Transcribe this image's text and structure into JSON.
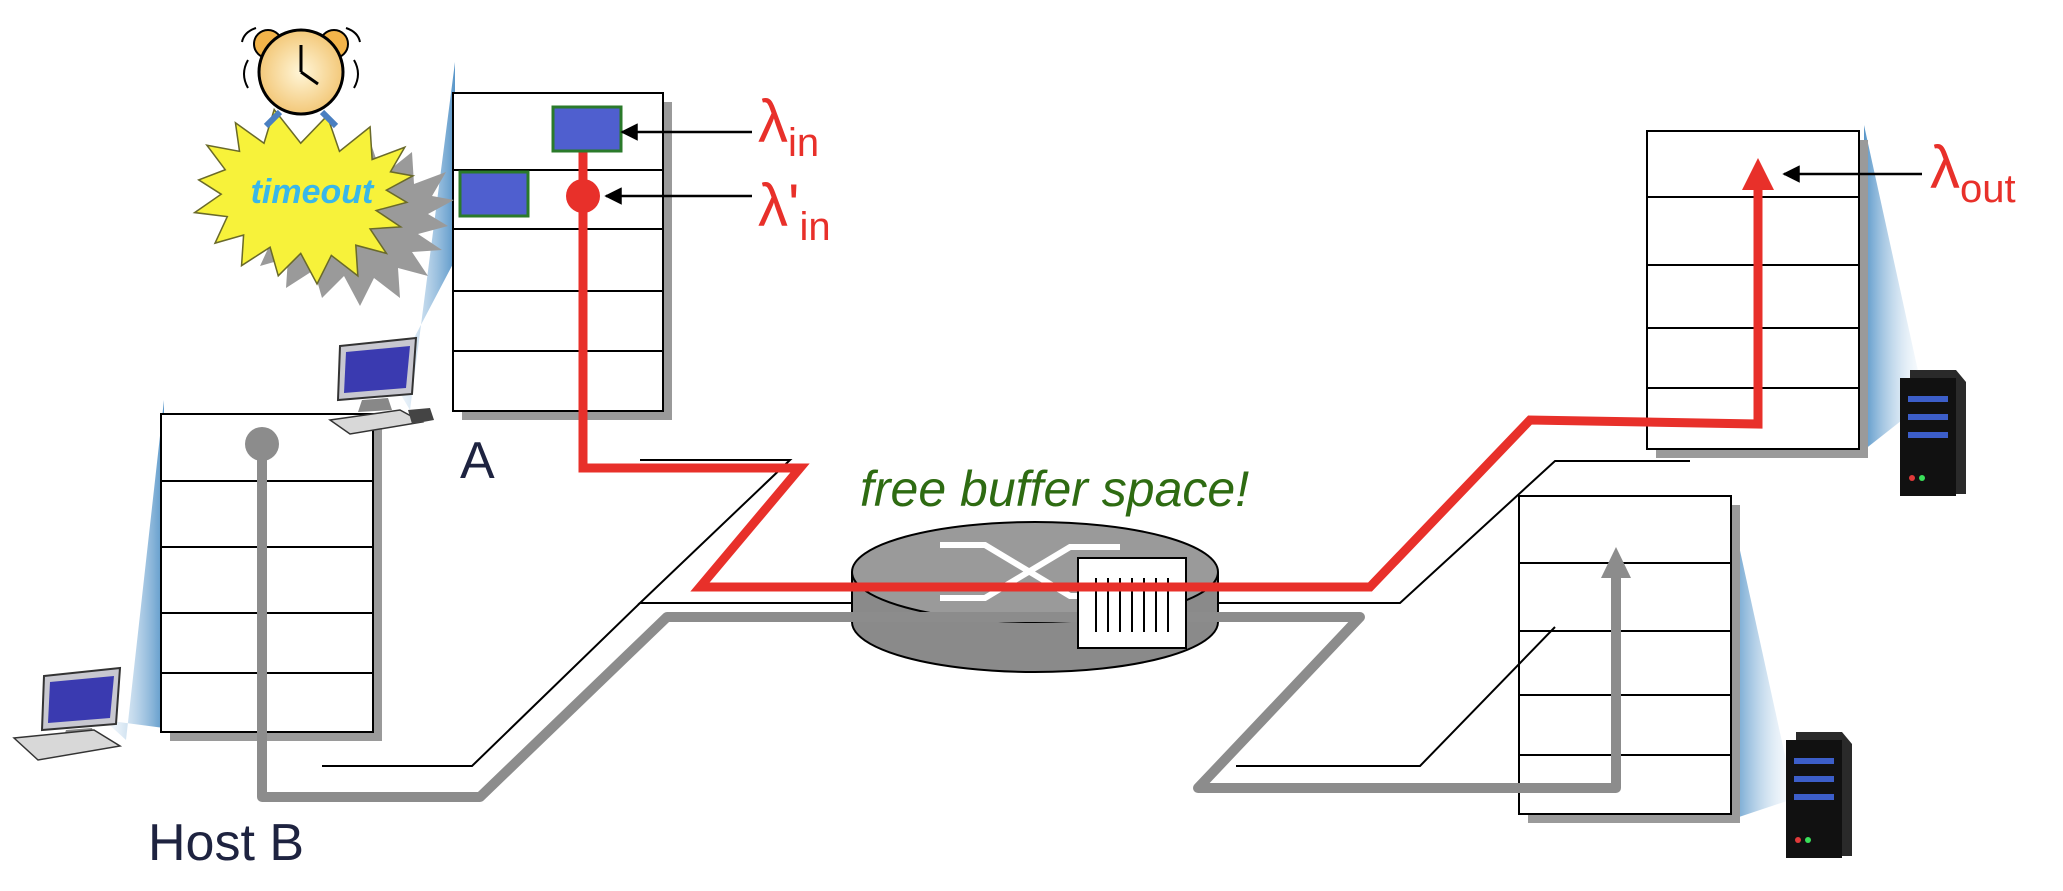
{
  "labels": {
    "timeout": "timeout",
    "host_a": "A",
    "host_b": "Host B",
    "router_caption": "free buffer space!",
    "lambda_symbol": "λ",
    "lambda_prime_symbol": "λ'",
    "lambda_in_sub": "in",
    "lambda_out_sub": "out"
  },
  "colors": {
    "red_flow": "#e8302a",
    "gray_flow": "#8c8c8c",
    "packet_blue": "#4f5fcf",
    "caption_green": "#2e6b12",
    "host_label": "#1e2340",
    "router_gray": "#8a8a8a",
    "timeout_yellow": "#f7f23a",
    "timeout_text": "#39b7e8"
  },
  "icons": [
    "alarm-clock-icon",
    "desktop-computer-icon",
    "server-tower-icon",
    "router-icon"
  ]
}
